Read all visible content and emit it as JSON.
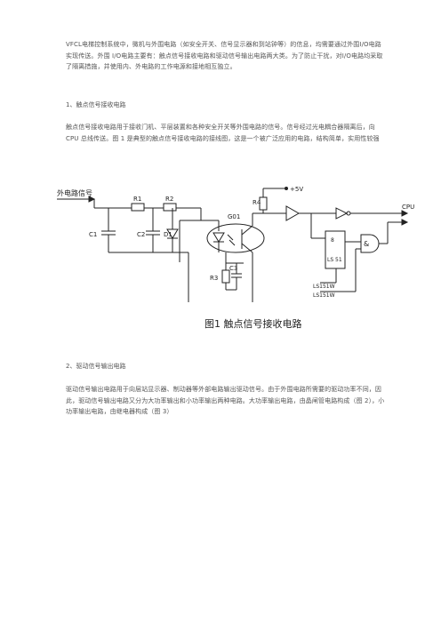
{
  "paragraphs": {
    "intro": "VFCL电梯控制系统中，微机与外围电路（如安全开关、信号显示器和到站钟等）的信息，均需要通过外围I/O电路实现传送。外围 I/O电路主要有：触点信号接收电路和驱动信号输出电路两大类。为了防止干扰，对I/O电路均采取了隔离措施，并使用内、外电路的工作电源和接地相互独立。",
    "section1_title": "1、触点信号接收电路",
    "section1_body": "触点信号接收电路用于接收门机、平层装置和各种安全开关等外围电路的信号。信号经过光电耦合器隔离后，向 CPU 总线传送。图 1 是典型的触点信号接收电路的接线图，这是一个被广泛应用的电路，结构简单，实用性较强",
    "section2_title": "2、驱动信号输出电路",
    "section2_body": "驱动信号输出电路用于向层站显示器、制动器等外部电路输出驱动信号。由于外围电路所需要的驱动功率不同，因此，驱动信号输出电路又分为大功率输出和小功率输出两种电路。大功率输出电路，由晶闸管电路构成（图 2），小功率输出电路，由继电器构成（图 3）"
  },
  "figure": {
    "caption": "图1  触点信号接收电路",
    "labels": {
      "input": "外电路信号",
      "r1": "R1",
      "r2": "R2",
      "r3": "R3",
      "r4": "R4",
      "c1": "C1",
      "c2": "C2",
      "c3": "C3",
      "d1": "D1",
      "g01": "G01",
      "vcc": "+5V",
      "cpu": "CPU",
      "chip": "LS 51",
      "chip_pin": "8",
      "and_gate": "&",
      "ls151a": "LS151W",
      "ls151b": "LS151W"
    }
  }
}
